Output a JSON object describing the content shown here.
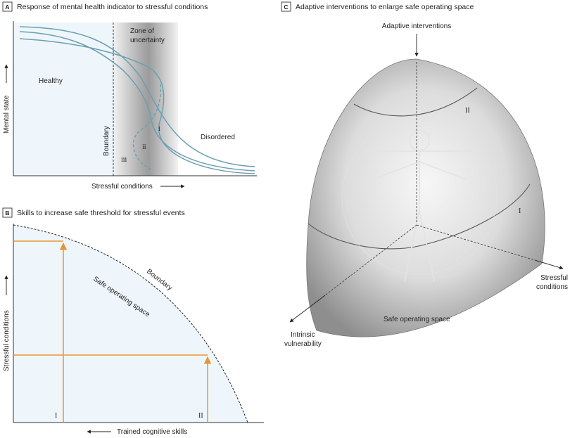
{
  "panel_a": {
    "letter": "A",
    "title": "Response of mental health indicator to stressful conditions",
    "y_label": "Mental state",
    "x_label": "Stressful conditions",
    "zone_label_1": "Zone of",
    "zone_label_2": "uncertainty",
    "healthy_label": "Healthy",
    "disordered_label": "Disordered",
    "boundary_label": "Boundary",
    "curve_labels": [
      "i",
      "ii",
      "iii"
    ]
  },
  "panel_b": {
    "letter": "B",
    "title": "Skills to increase safe threshold for stressful events",
    "y_label": "Stressful conditions",
    "x_label": "Trained cognitive skills",
    "safe_label": "Safe operating space",
    "boundary_label": "Boundary",
    "marker_labels": [
      "I",
      "II"
    ]
  },
  "panel_c": {
    "letter": "C",
    "title": "Adaptive interventions to enlarge safe operating space",
    "top_label": "Adaptive interventions",
    "safe_label": "Safe operating space",
    "axis_left_1": "Intrinsic",
    "axis_left_2": "vulnerability",
    "axis_right_1": "Stressful",
    "axis_right_2": "conditions",
    "ring_labels": [
      "I",
      "II"
    ]
  },
  "colors": {
    "healthy_fill": "#eef6fb",
    "curve": "#6a9fb0",
    "orange": "#e8962e",
    "dome": "#c8c8c8"
  }
}
